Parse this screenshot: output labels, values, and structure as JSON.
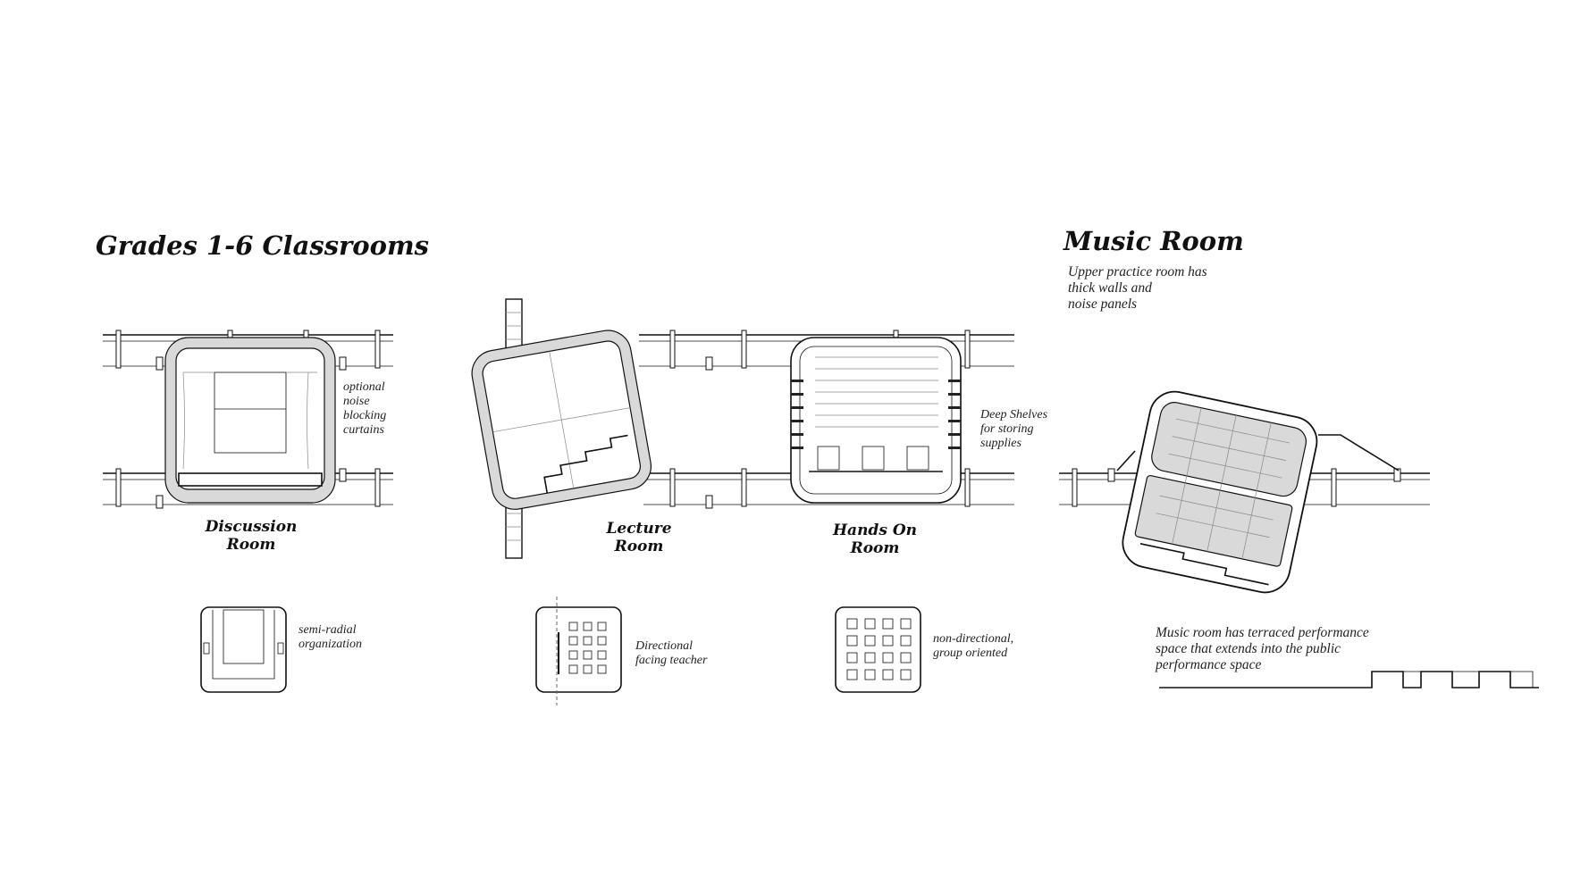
{
  "sections": {
    "classrooms_title": "Grades 1-6 Classrooms",
    "music_title": "Music Room"
  },
  "rooms": {
    "discussion": "Discussion\nRoom",
    "lecture": "Lecture\nRoom",
    "hands_on": "Hands On\nRoom"
  },
  "notes": {
    "curtains": "optional\nnoise\nblocking\ncurtains",
    "shelves": "Deep Shelves\nfor storing\nsupplies",
    "upper_practice": "Upper practice room has\nthick walls and\nnoise panels",
    "terraced": "Music room has terraced performance\nspace that extends into the public\nperformance space"
  },
  "diagrams": {
    "semi_radial": "semi-radial\norganization",
    "directional": "Directional\nfacing teacher",
    "non_directional": "non-directional,\ngroup oriented"
  }
}
